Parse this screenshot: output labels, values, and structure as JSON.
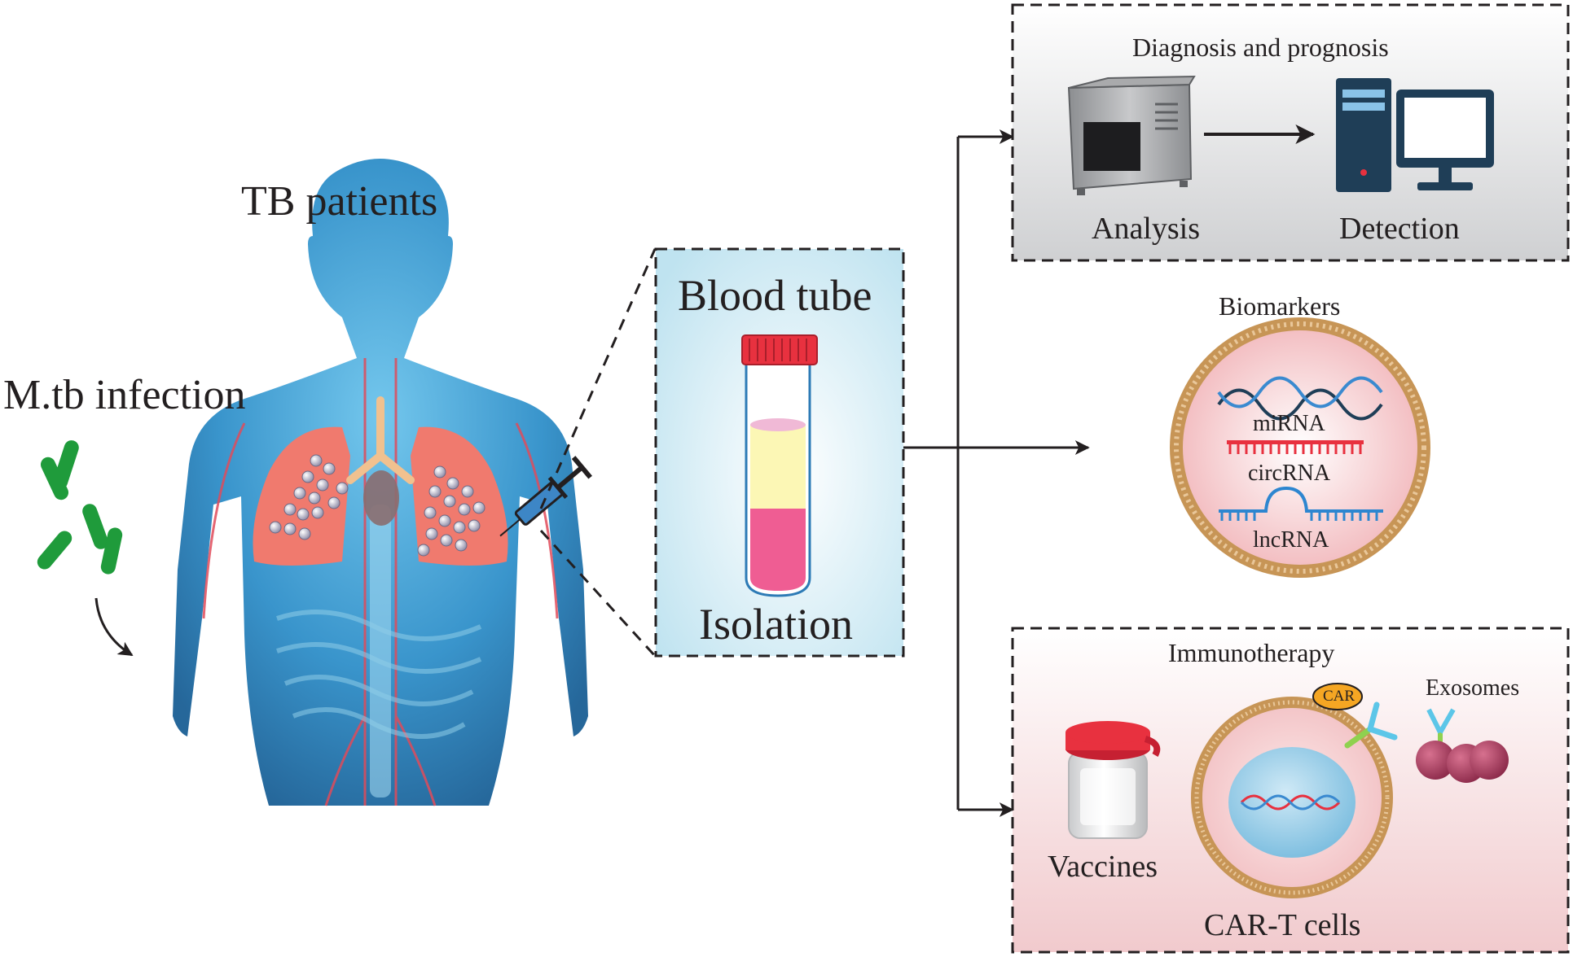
{
  "labels": {
    "tb_patients": "TB patients",
    "mtb_infection": "M.tb infection",
    "blood_tube": "Blood tube",
    "isolation": "Isolation",
    "diagnosis_title": "Diagnosis and prognosis",
    "analysis": "Analysis",
    "detection": "Detection",
    "biomarkers": "Biomarkers",
    "mirna": "miRNA",
    "circrna": "circRNA",
    "lncrna": "lncRNA",
    "immunotherapy": "Immunotherapy",
    "car": "CAR",
    "exosomes": "Exosomes",
    "vaccines": "Vaccines",
    "car_t_cells": "CAR-T cells"
  },
  "colors": {
    "body_blue": "#2f8fc9",
    "lung_red": "#f07a6e",
    "bacteria_green": "#1f9b3b",
    "tube_red": "#e8313f",
    "tube_pink": "#ef5d93",
    "tube_yellow": "#fcf7b5",
    "arrow": "#231f20",
    "membrane": "#c79556",
    "exosome": "#a83c60"
  }
}
